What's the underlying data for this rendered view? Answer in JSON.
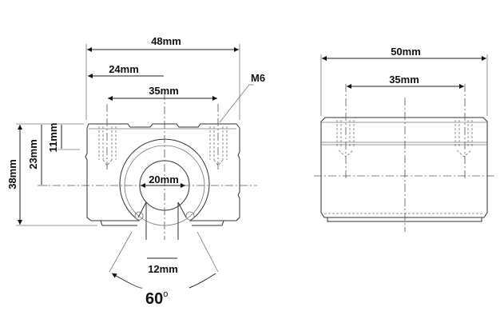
{
  "front_view": {
    "width_total": "48mm",
    "half_width": "24mm",
    "hole_spacing": "35mm",
    "thread": "M6",
    "height_total": "38mm",
    "center_height": "23mm",
    "hole_depth": "11mm",
    "bore_diameter": "20mm",
    "slot_width": "12mm",
    "opening_angle": "60",
    "angle_unit": "o"
  },
  "side_view": {
    "length_total": "50mm",
    "hole_spacing": "35mm"
  }
}
